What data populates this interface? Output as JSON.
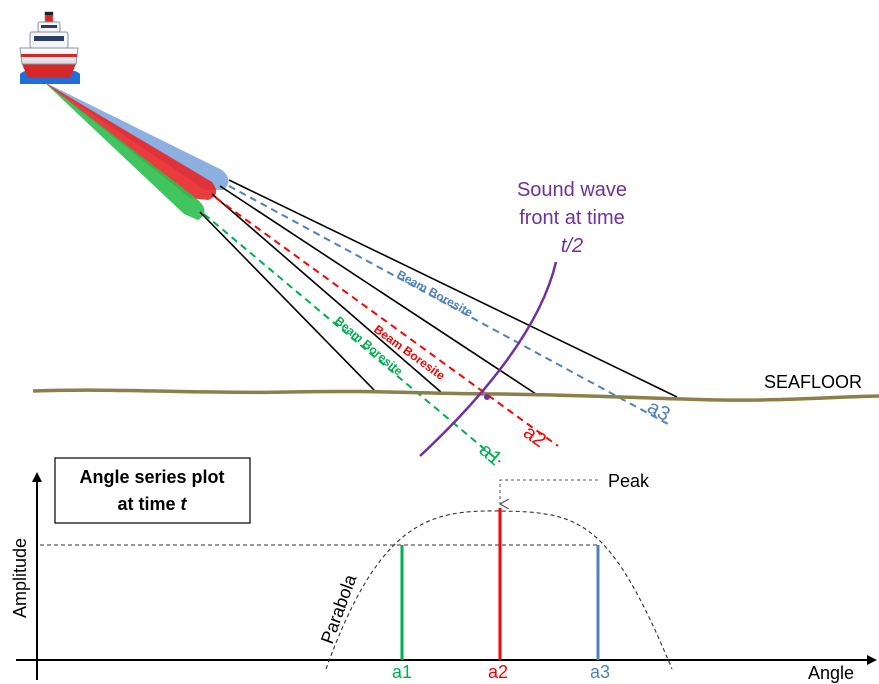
{
  "colors": {
    "green": "#00b050",
    "red": "#ff0000",
    "blue": "#4f81bd",
    "purple": "#7030a0",
    "seafloor": "#8b7f4a",
    "beam_blue_fill": "#7fa7dc",
    "beam_red_fill": "#e8262a",
    "beam_green_fill": "#2bbf4f"
  },
  "icons": {
    "ship": "ship-icon"
  },
  "sound_wave_label": {
    "line1": "Sound wave",
    "line2": "front at time",
    "line3": "t/2"
  },
  "seafloor_label": "SEAFLOOR",
  "boresite_label": "Beam Boresite",
  "beams": [
    {
      "id": "a1",
      "label": "a1",
      "color": "green"
    },
    {
      "id": "a2",
      "label": "a2",
      "color": "red"
    },
    {
      "id": "a3",
      "label": "a3",
      "color": "blue"
    }
  ],
  "plot": {
    "title_line1": "Angle series plot",
    "title_line2_prefix": "at time ",
    "title_line2_var": "t",
    "y_axis_label": "Amplitude",
    "x_axis_label": "Angle",
    "peak_label": "Peak",
    "parabola_label": "Parabola",
    "ticks": [
      "a1",
      "a2",
      "a3"
    ]
  }
}
